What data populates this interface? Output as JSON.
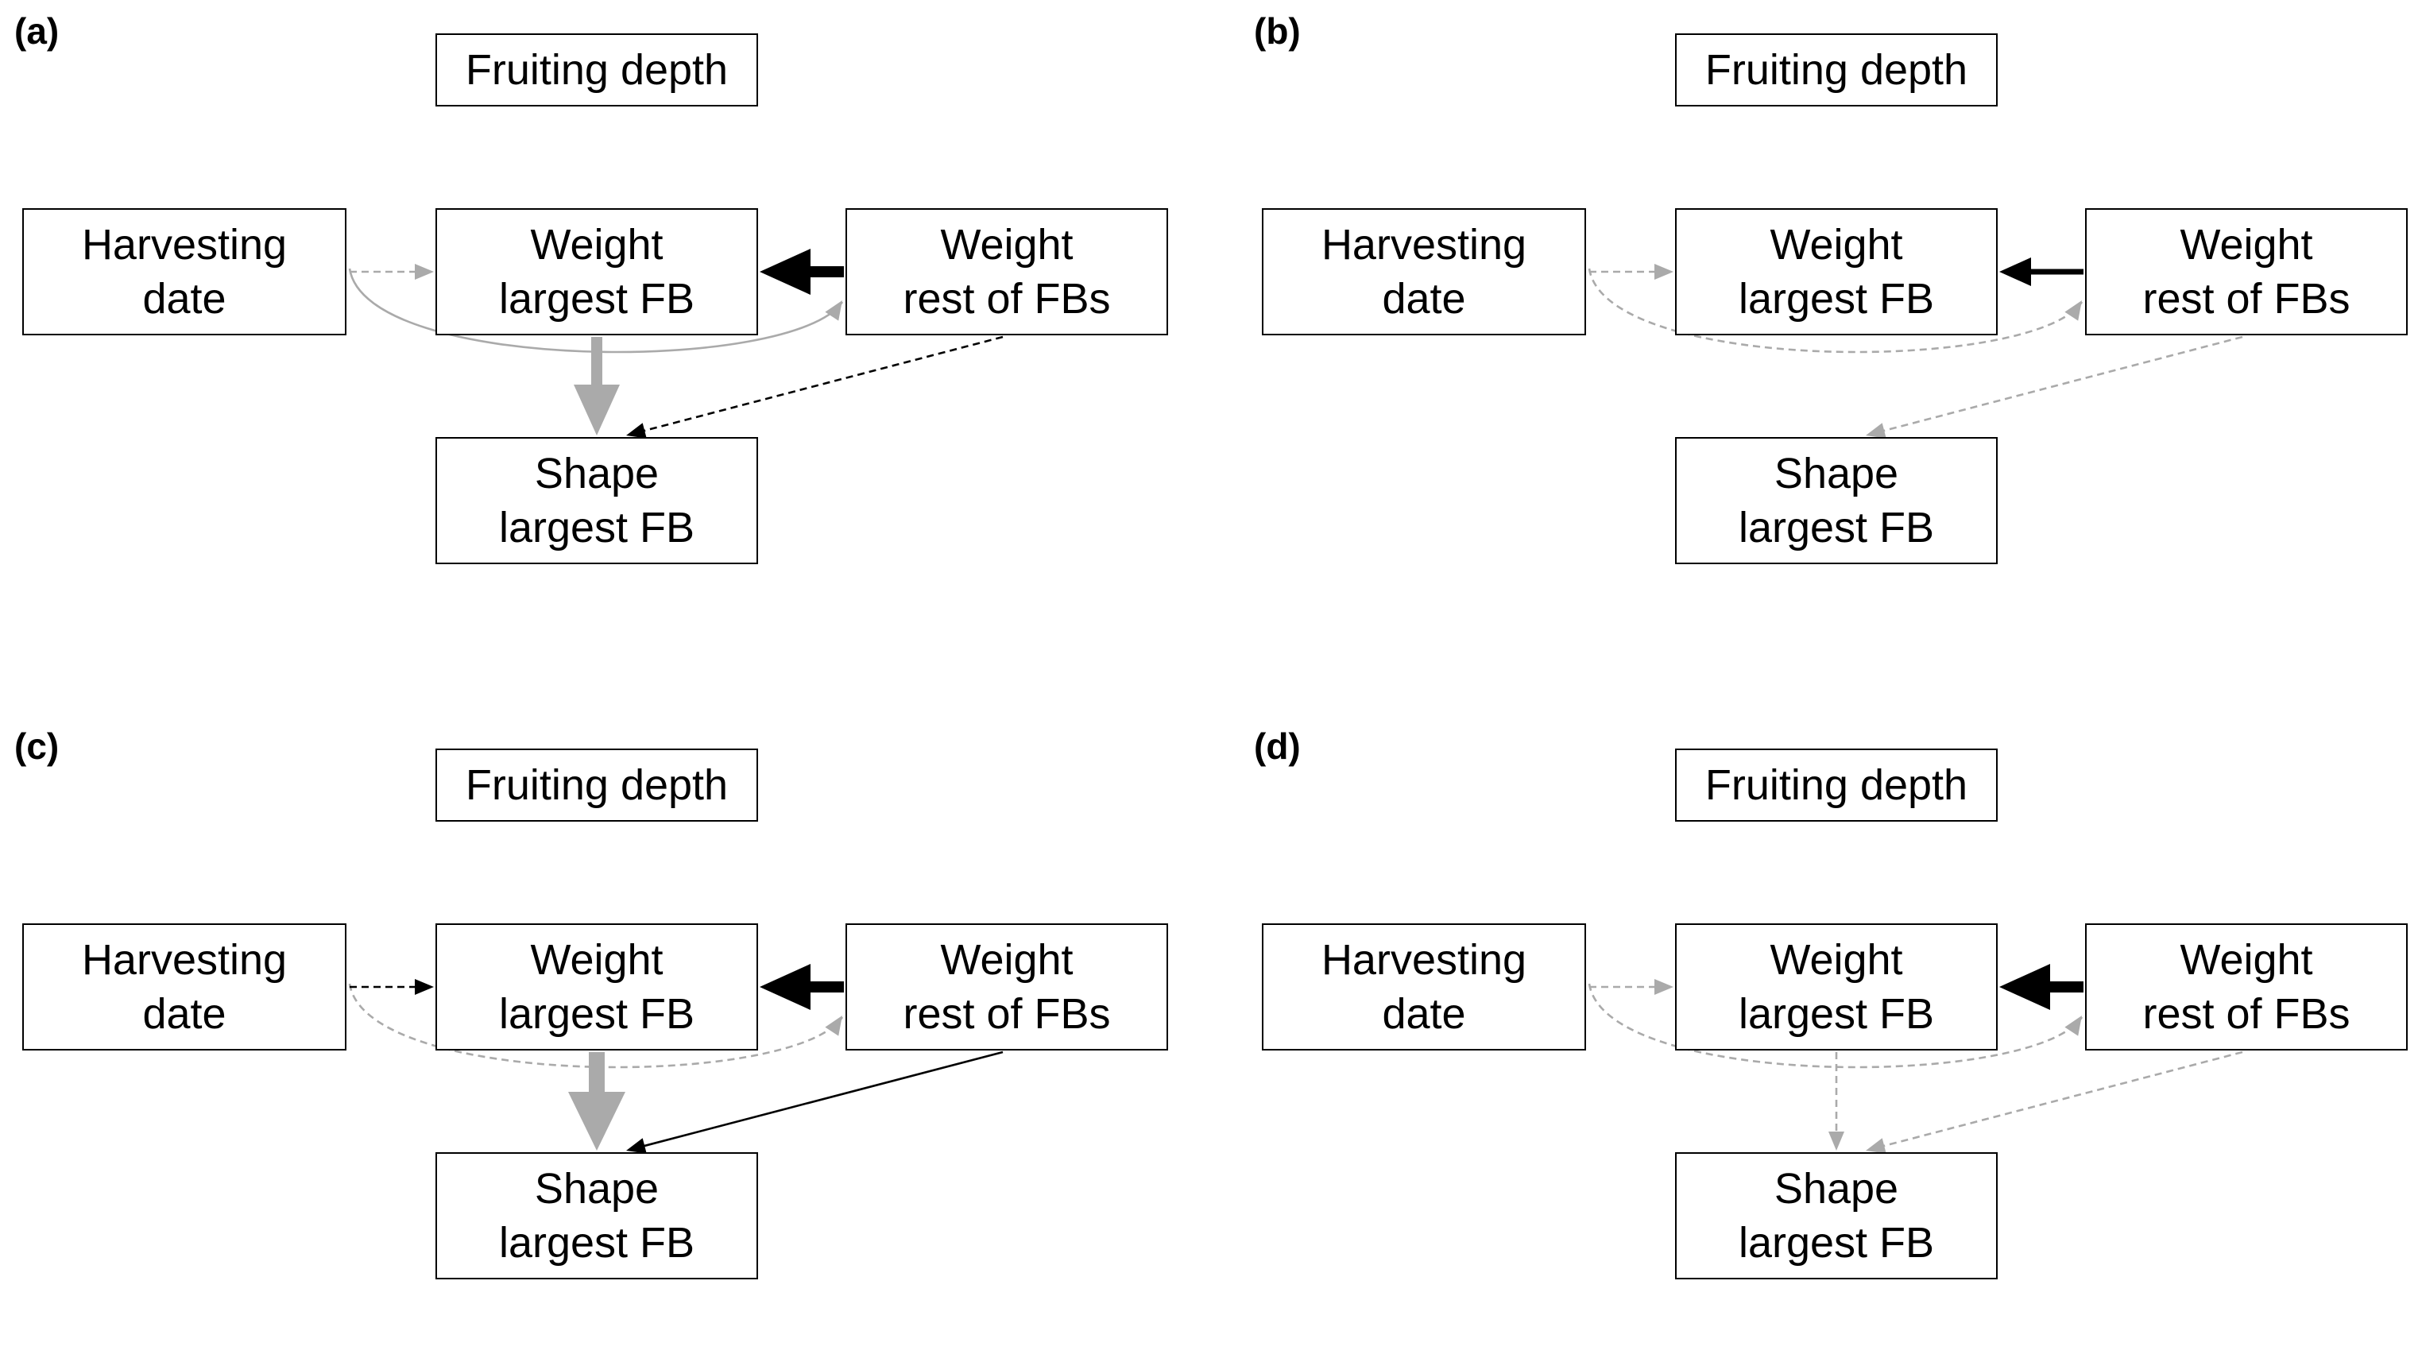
{
  "nodes": {
    "depth": "Fruiting depth",
    "harvest": "Harvesting\ndate",
    "weight_largest": "Weight\nlargest FB",
    "weight_rest": "Weight\nrest of FBs",
    "shape": "Shape\nlargest FB"
  },
  "panels": [
    {
      "label": "(a)",
      "edges": [
        {
          "from": "harvest",
          "to": "weight_largest",
          "style": "dashed",
          "color": "#aaaaaa",
          "strength": "thin"
        },
        {
          "from": "harvest",
          "to": "weight_rest",
          "style": "solid",
          "color": "#aaaaaa",
          "strength": "thin"
        },
        {
          "from": "weight_rest",
          "to": "weight_largest",
          "style": "solid",
          "color": "#000000",
          "strength": "strong"
        },
        {
          "from": "weight_largest",
          "to": "shape",
          "style": "solid",
          "color": "#aaaaaa",
          "strength": "strong"
        },
        {
          "from": "weight_rest",
          "to": "shape",
          "style": "dashed",
          "color": "#000000",
          "strength": "thin"
        }
      ]
    },
    {
      "label": "(b)",
      "edges": [
        {
          "from": "harvest",
          "to": "weight_largest",
          "style": "dashed",
          "color": "#aaaaaa",
          "strength": "thin"
        },
        {
          "from": "harvest",
          "to": "weight_rest",
          "style": "dashed",
          "color": "#aaaaaa",
          "strength": "thin"
        },
        {
          "from": "weight_rest",
          "to": "weight_largest",
          "style": "solid",
          "color": "#000000",
          "strength": "medium"
        },
        {
          "from": "weight_rest",
          "to": "shape",
          "style": "dashed",
          "color": "#aaaaaa",
          "strength": "thin"
        }
      ]
    },
    {
      "label": "(c)",
      "edges": [
        {
          "from": "harvest",
          "to": "weight_largest",
          "style": "dashed",
          "color": "#000000",
          "strength": "thin"
        },
        {
          "from": "harvest",
          "to": "weight_rest",
          "style": "dashed",
          "color": "#aaaaaa",
          "strength": "thin"
        },
        {
          "from": "weight_rest",
          "to": "weight_largest",
          "style": "solid",
          "color": "#000000",
          "strength": "strong"
        },
        {
          "from": "weight_largest",
          "to": "shape",
          "style": "solid",
          "color": "#aaaaaa",
          "strength": "strongest"
        },
        {
          "from": "weight_rest",
          "to": "shape",
          "style": "solid",
          "color": "#000000",
          "strength": "thin"
        }
      ]
    },
    {
      "label": "(d)",
      "edges": [
        {
          "from": "harvest",
          "to": "weight_largest",
          "style": "dashed",
          "color": "#aaaaaa",
          "strength": "thin"
        },
        {
          "from": "harvest",
          "to": "weight_rest",
          "style": "dashed",
          "color": "#aaaaaa",
          "strength": "thin"
        },
        {
          "from": "weight_rest",
          "to": "weight_largest",
          "style": "solid",
          "color": "#000000",
          "strength": "strong"
        },
        {
          "from": "weight_largest",
          "to": "shape",
          "style": "dashed",
          "color": "#aaaaaa",
          "strength": "thin"
        },
        {
          "from": "weight_rest",
          "to": "shape",
          "style": "dashed",
          "color": "#aaaaaa",
          "strength": "thin"
        }
      ]
    }
  ]
}
